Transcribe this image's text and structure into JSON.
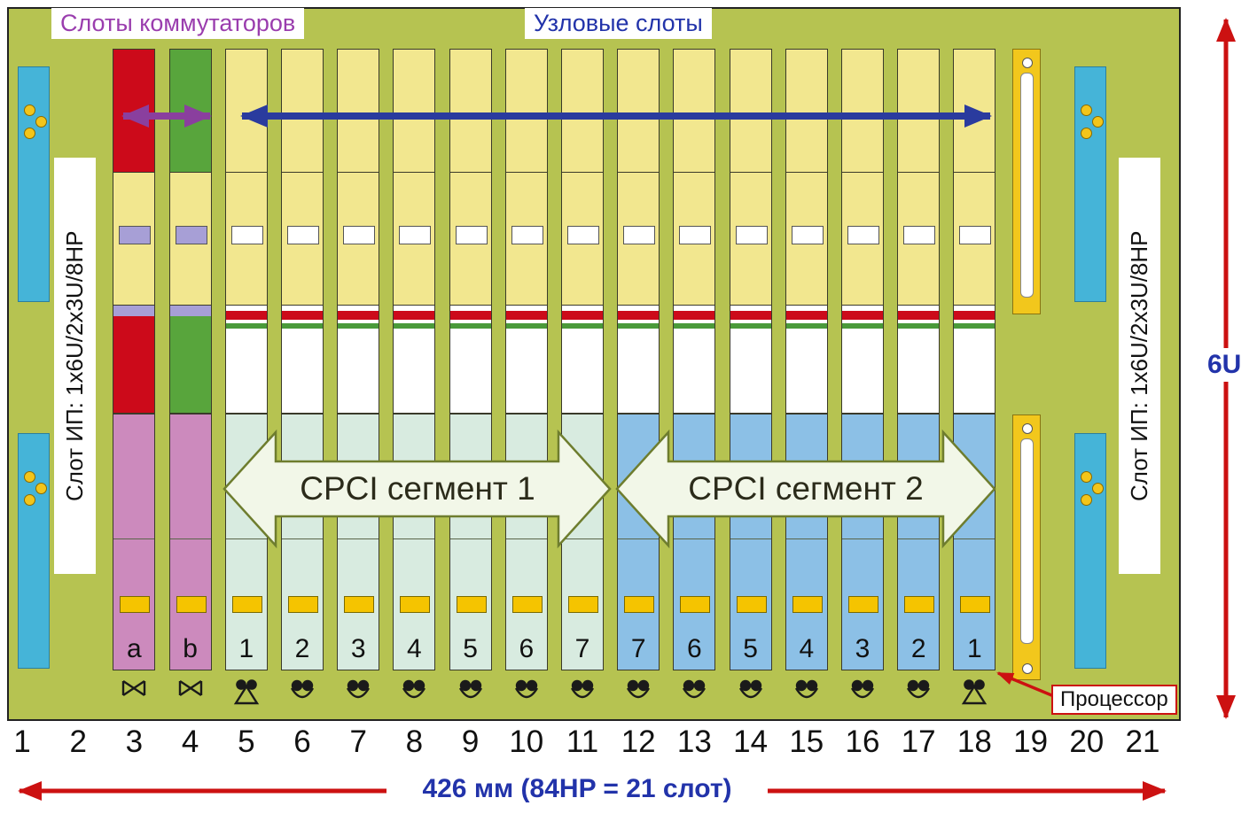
{
  "header": {
    "switch_slots_label": "Слоты коммутаторов",
    "node_slots_label": "Узловые слоты"
  },
  "side": {
    "left_label": "Слот ИП: 1x6U/2x3U/8HP",
    "right_label": "Слот ИП: 1x6U/2x3U/8HP"
  },
  "segments": [
    {
      "label": "CPCI сегмент 1"
    },
    {
      "label": "CPCI сегмент 2"
    }
  ],
  "processor": {
    "label": "Процессор"
  },
  "dimensions": {
    "width_label": "426 мм (84HP = 21 слот)",
    "height_label": "6U"
  },
  "slot_numbers": [
    "1",
    "2",
    "3",
    "4",
    "5",
    "6",
    "7",
    "8",
    "9",
    "10",
    "11",
    "12",
    "13",
    "14",
    "15",
    "16",
    "17",
    "18",
    "19",
    "20",
    "21"
  ],
  "cards": [
    {
      "slot": 3,
      "label": "a",
      "type": "switch",
      "variant": "red",
      "icon": "crossbar"
    },
    {
      "slot": 4,
      "label": "b",
      "type": "switch",
      "variant": "green",
      "icon": "crossbar"
    },
    {
      "slot": 5,
      "label": "1",
      "type": "node",
      "segment": 1,
      "icon": "processor"
    },
    {
      "slot": 6,
      "label": "2",
      "type": "node",
      "segment": 1,
      "icon": "node"
    },
    {
      "slot": 7,
      "label": "3",
      "type": "node",
      "segment": 1,
      "icon": "node"
    },
    {
      "slot": 8,
      "label": "4",
      "type": "node",
      "segment": 1,
      "icon": "node"
    },
    {
      "slot": 9,
      "label": "5",
      "type": "node",
      "segment": 1,
      "icon": "node"
    },
    {
      "slot": 10,
      "label": "6",
      "type": "node",
      "segment": 1,
      "icon": "node"
    },
    {
      "slot": 11,
      "label": "7",
      "type": "node",
      "segment": 1,
      "icon": "node"
    },
    {
      "slot": 12,
      "label": "7",
      "type": "node",
      "segment": 2,
      "icon": "node"
    },
    {
      "slot": 13,
      "label": "6",
      "type": "node",
      "segment": 2,
      "icon": "node"
    },
    {
      "slot": 14,
      "label": "5",
      "type": "node",
      "segment": 2,
      "icon": "node"
    },
    {
      "slot": 15,
      "label": "4",
      "type": "node",
      "segment": 2,
      "icon": "node"
    },
    {
      "slot": 16,
      "label": "3",
      "type": "node",
      "segment": 2,
      "icon": "node"
    },
    {
      "slot": 17,
      "label": "2",
      "type": "node",
      "segment": 2,
      "icon": "node"
    },
    {
      "slot": 18,
      "label": "1",
      "type": "node",
      "segment": 2,
      "icon": "processor"
    }
  ],
  "colors": {
    "background_olive": "#b6c351",
    "card_yellow": "#f2e78f",
    "switch_red": "#cc0a1a",
    "switch_green": "#58a53c",
    "switch_pink": "#cc8abd",
    "segment1_fill": "#d8ebe0",
    "segment2_fill": "#8cc0e6",
    "power_slot_blue": "#45b4d8",
    "rail_yellow": "#f2c71c",
    "connector_gold": "#f5c400",
    "connector_purple": "#a79fd6",
    "dimension_red": "#cc1111",
    "bus_arrow_blue": "#2a3b9e",
    "switch_arrow_purple": "#8a3f9e",
    "label_purple": "#9a3dae",
    "label_blue": "#2233aa"
  }
}
